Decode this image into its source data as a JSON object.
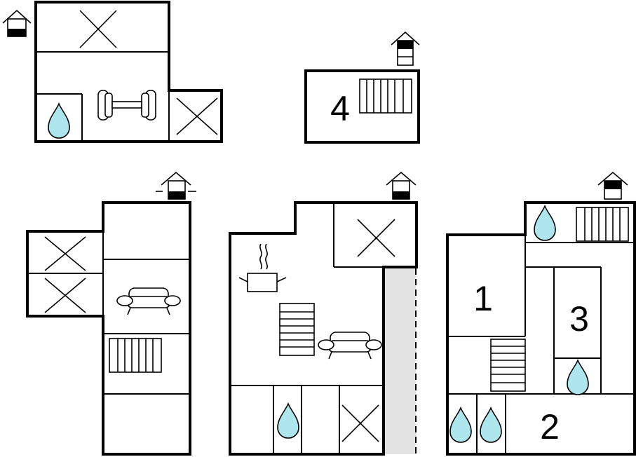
{
  "room_numbers": [
    "1",
    "2",
    "3",
    "4"
  ],
  "colors": {
    "wall": "#000000",
    "water_drop": "#aee6ee",
    "terrace": "#e3e3e3",
    "background": "#ffffff"
  },
  "icons": [
    "level-indicator-icon",
    "water-drop-icon",
    "sofa-icon",
    "stairs-icon",
    "cooking-pot-icon",
    "dumbbell-icon",
    "cross-icon"
  ]
}
